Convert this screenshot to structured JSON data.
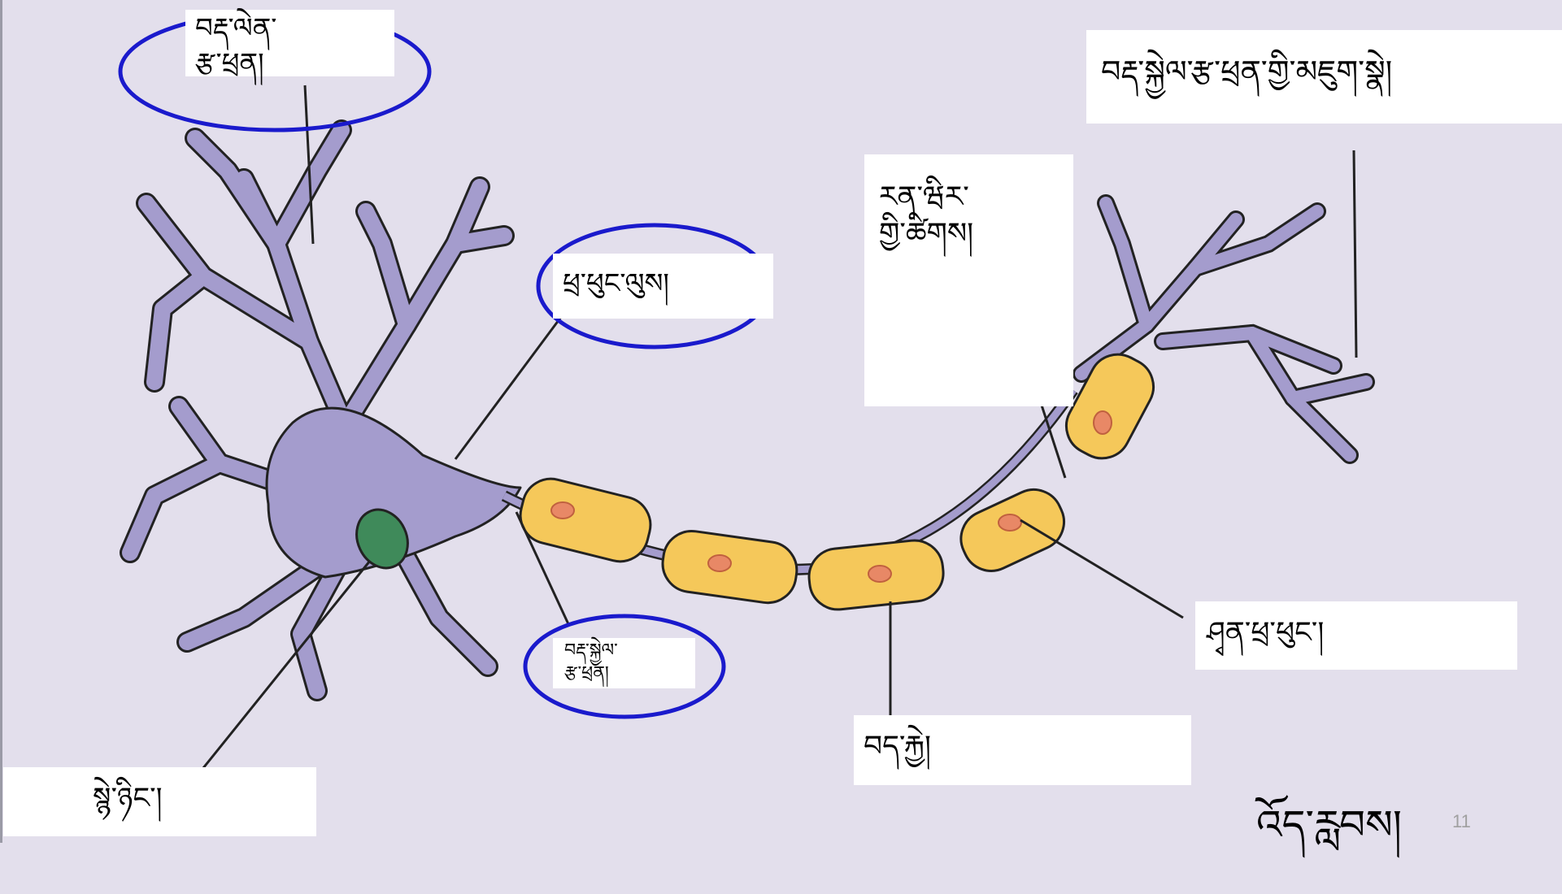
{
  "labels": {
    "dendrite": "བརྡ་ལེན་\nརྩ་ཕྲན།",
    "axon_terminal": "བརྡ་སྐྱེལ་རྩ་ཕྲན་གྱི་མཇུག་སྣེ།",
    "node_of_ranvier": "རན་ཝིར་\nགྱི་ཚིགས།",
    "cell_body": "ཕྲ་ཕུང་ལུས།",
    "axon": "བརྡ་སྐྱེལ་\nརྩ་ཕྲན།",
    "schwann_cell": "ཤྭན་ཕྲ་ཕུང་།",
    "myelin_sheath": "བད་རྐྱེ།",
    "nucleus": "སྙེ་ཉིང་།"
  },
  "footer": "འོད་རླབས།",
  "slide_number": "11",
  "colors": {
    "background": "#e3dfec",
    "neuron": "#a49ccd",
    "nucleus": "#3f8a5a",
    "myelin": "#f5c85a",
    "myelin_nucleus": "#e88866",
    "highlight_ellipse": "#1a1acc"
  }
}
